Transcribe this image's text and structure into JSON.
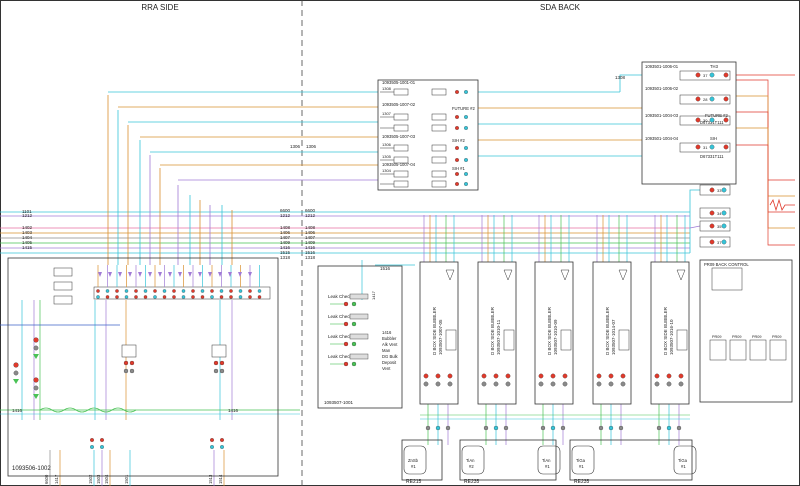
{
  "header": {
    "left_title": "RRA SIDE",
    "right_title": "SDA BACK"
  },
  "colors": {
    "orange": "#d9902f",
    "cyan": "#36c4d8",
    "violet": "#a07bd6",
    "green": "#49c255",
    "blue": "#3d63c9",
    "red": "#e03a2c",
    "pink": "#e86fa0",
    "gray": "#8a8a8a",
    "line": "#333333"
  },
  "top_panel": {
    "wires": [
      "1308",
      "1307",
      "1306",
      "1305",
      "1304"
    ],
    "labels": [
      "1093505-1001-01",
      "1093505-1007-02",
      "FUTURE #2",
      "1093505-1007-03",
      "SIH #2",
      "1093505-1007-04",
      "SIH #1"
    ]
  },
  "right_panel": {
    "wire": "1308",
    "labels": [
      "1093501-1006-01",
      "TH3",
      "1093501-1006-02",
      "1093501-1004-03",
      "FUTURE #2",
      "D67331T111",
      "1093501-1004-04",
      "SIH",
      "D67331T111"
    ],
    "valves": [
      "37",
      "28",
      "30",
      "31"
    ],
    "lower_valves": [
      "33",
      "34",
      "35",
      "37"
    ]
  },
  "left_bus": [
    "1101",
    "1212",
    "1402",
    "1403",
    "1404",
    "1405",
    "1415"
  ],
  "mid_bus": [
    "6600",
    "1212",
    "1408",
    "1406",
    "1407",
    "1409",
    "1416",
    "1515",
    "1318"
  ],
  "mid_bus_right": [
    "6600",
    "1212",
    "1408",
    "1406",
    "1407",
    "1409",
    "1416",
    "1516",
    "1318"
  ],
  "mid_wire_labels": [
    "1306",
    "1306"
  ],
  "leak_box": {
    "id": "1093507-1001",
    "top_label": "1516",
    "checks": [
      "Leak Check",
      "Leak Check",
      "Leak Check",
      "Leak Check"
    ],
    "side_label": "1417",
    "right_texts": [
      "1416",
      "Bubbler",
      "Alk Vent",
      "Man",
      "DG Bulk",
      "Deposit",
      "Vent"
    ]
  },
  "left_box": {
    "id": "1093506-1002",
    "bottom_wires": [
      "1416",
      "1416"
    ]
  },
  "bubblers": [
    {
      "label": "D BOX SIDE BUBBLER",
      "part": "1093507-1007-05"
    },
    {
      "label": "D BOX SIDE BUBBLER",
      "part": "1093507-1010-11"
    },
    {
      "label": "D BOX SIDE BUBBLER",
      "part": "1093507-1010-09"
    },
    {
      "label": "D BOX SIDE BUBBLER",
      "part": "1093507-1014-07"
    },
    {
      "label": "D BOX SIDE BUBBLER",
      "part": "1093507-1016-10"
    }
  ],
  "backcontrol": {
    "title": "PR09 BACK CONTROL",
    "labels": [
      "PR09",
      "PR09",
      "PR09",
      "PR09"
    ]
  },
  "bottom_boxes": [
    {
      "title": "RE215",
      "items": [
        "ZnSb",
        "#1"
      ]
    },
    {
      "title": "RE235",
      "items": [
        "TiAn",
        "#2",
        "TiAn",
        "#1"
      ]
    },
    {
      "title": "RE235",
      "items": [
        "TiGa",
        "#1",
        "TiGa",
        "#1"
      ]
    }
  ],
  "bottom_left_wires": [
    "6600",
    "1417",
    "1502",
    "1503",
    "1504",
    "1501",
    "1513",
    "1514"
  ]
}
